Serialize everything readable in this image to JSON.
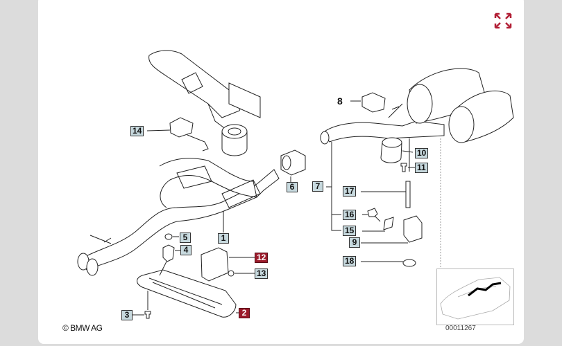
{
  "copyright": "© BMW AG",
  "diagram_id": "00011267",
  "expand_icon": "expand-arrows-icon",
  "colors": {
    "accent": "#b21f36",
    "label_bg": "#c7d9de",
    "highlight_label_bg": "#9b1b2b"
  },
  "parts": {
    "p1": "1",
    "p2": "2",
    "p3": "3",
    "p4": "4",
    "p5": "5",
    "p6": "6",
    "p7": "7",
    "p8": "8",
    "p9": "9",
    "p10": "10",
    "p11": "11",
    "p12": "12",
    "p13": "13",
    "p14": "14",
    "p15": "15",
    "p16": "16",
    "p17": "17",
    "p18": "18"
  }
}
